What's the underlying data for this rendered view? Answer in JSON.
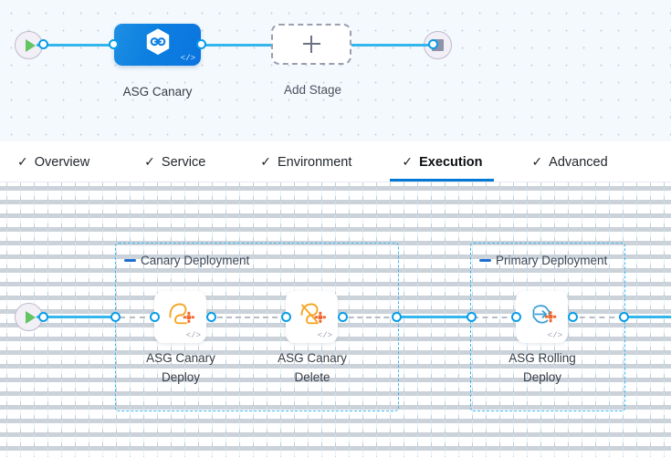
{
  "stage_canvas": {
    "start_node": {
      "icon": "play-icon",
      "title": "Start"
    },
    "end_node": {
      "icon": "stop-icon",
      "title": "End"
    },
    "stage": {
      "label": "ASG Canary",
      "icon": "harness-hexagon-icon",
      "code_tag": "</>"
    },
    "add_stage": {
      "label": "Add Stage",
      "icon": "plus-icon"
    }
  },
  "tabs": [
    {
      "label": "Overview",
      "check": "✓",
      "active": false
    },
    {
      "label": "Service",
      "check": "✓",
      "active": false
    },
    {
      "label": "Environment",
      "check": "✓",
      "active": false
    },
    {
      "label": "Execution",
      "check": "✓",
      "active": true
    },
    {
      "label": "Advanced",
      "check": "✓",
      "active": false
    }
  ],
  "execution": {
    "start_node": {
      "icon": "play-icon",
      "title": "Start"
    },
    "groups": [
      {
        "title": "Canary Deployment",
        "handle": "collapse-handle"
      },
      {
        "title": "Primary Deployment",
        "handle": "collapse-handle"
      }
    ],
    "steps": [
      {
        "line1": "ASG Canary",
        "line2": "Deploy",
        "icon": "asg-canary-deploy-icon",
        "code_tag": "</>"
      },
      {
        "line1": "ASG Canary",
        "line2": "Delete",
        "icon": "asg-canary-delete-icon",
        "code_tag": "</>"
      },
      {
        "line1": "ASG Rolling",
        "line2": "Deploy",
        "icon": "asg-rolling-deploy-icon",
        "code_tag": "</>"
      }
    ]
  },
  "colors": {
    "accent_blue": "#0278d5",
    "link_blue": "#33b6ec",
    "group_border": "#3ab4ef",
    "stage_gradient_from": "#1e8fe3",
    "stage_gradient_to": "#0b74df",
    "aws_orange": "#f58536",
    "canvas_top_bg": "#f4f9fd",
    "play_green": "#62c462",
    "stop_gray": "#8e93ab"
  }
}
